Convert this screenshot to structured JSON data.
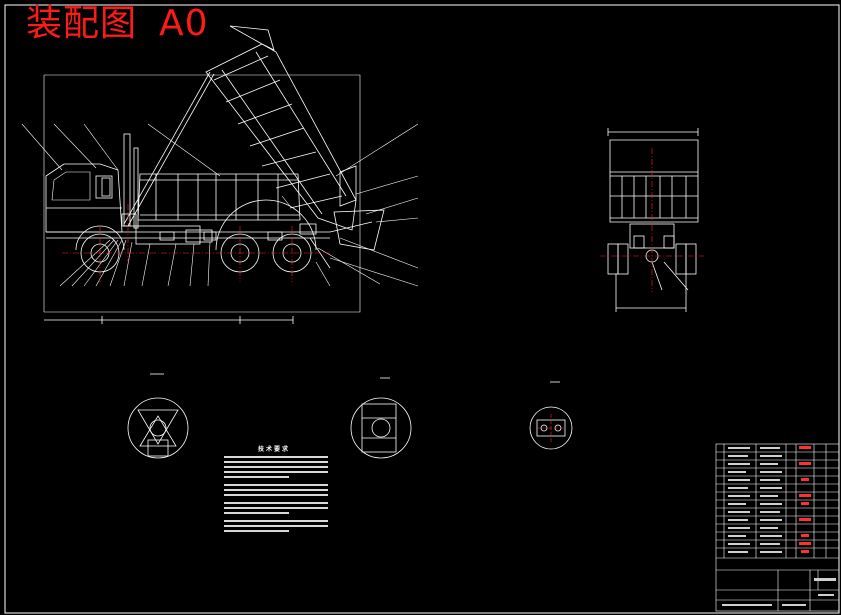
{
  "header": {
    "title": "装配图",
    "sheet_size": "A0"
  },
  "notes": {
    "heading": "技术要求"
  },
  "colors": {
    "background": "#000000",
    "linework": "#ffffff",
    "title": "#ff1a1a",
    "centerline": "#ff2020"
  },
  "icons": {
    "truck_side": "dump-truck-side-view",
    "truck_rear": "dump-truck-rear-view"
  }
}
